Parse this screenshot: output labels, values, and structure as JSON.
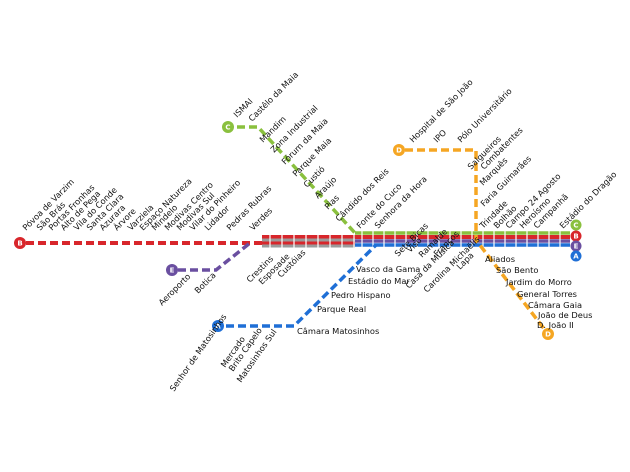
{
  "map": {
    "lines": {
      "A": {
        "color": "#1f6fd6"
      },
      "B": {
        "color": "#d8262b"
      },
      "C": {
        "color": "#8ac03e"
      },
      "D": {
        "color": "#f5a623"
      },
      "E": {
        "color": "#6a4fa0"
      },
      "trunk_grey": {
        "color": "#9a9a9a"
      }
    },
    "terminal_badges": {
      "B_west": "B",
      "E_west": "E",
      "C_north": "C",
      "D_north": "D",
      "A_west": "A",
      "D_south": "D",
      "C_east": "C",
      "B_east": "B",
      "E_east": "E",
      "A_east": "A"
    },
    "stations": {
      "poveira": "Póvoa de Varzim",
      "sao_bras": "São Brás",
      "portas_fronhas": "Portas Fronhas",
      "alto_pega": "Alto de Pega",
      "vila_conde": "Vila do Conde",
      "santa_clara": "Santa Clara",
      "azurara": "Azurara",
      "arvore": "Árvore",
      "varziela": "Varziela",
      "espaco_natureza": "Espaço Natureza",
      "mindelo": "Mindelo",
      "modivas_centro": "Modivas Centro",
      "modivas_sul": "Modivas Sul",
      "vilar_pinheiro": "Vilar do Pinheiro",
      "lidador": "Lidador",
      "pedras_rubras": "Pedras Rubras",
      "verdes": "Verdes",
      "crestins": "Crestins",
      "esposade": "Esposade",
      "custoias": "Custóias",
      "ismai": "ISMAI",
      "castelo_maia": "Castêlo da Maia",
      "mandim": "Mandim",
      "zona_industrial": "Zona Industrial",
      "forum_maia": "Fórum da Maia",
      "parque_maia": "Parque Maia",
      "custio": "Custió",
      "araujo": "Araújo",
      "pias": "Pias",
      "candido_reis": "Cândido dos Reis",
      "aeroporto": "Aeroporto",
      "botica": "Botica",
      "fonte_cuco": "Fonte do Cuco",
      "senhora_hora": "Senhora da Hora",
      "sete_bicas": "Sete Bicas",
      "viso": "Viso",
      "ramalde": "Ramalde",
      "francos": "Francos",
      "casa_musica": "Casa da Música",
      "carolina_michaelis": "Carolina Michaëlis",
      "lapa": "Lapa",
      "vasco_gama": "Vasco da Gama",
      "estadio_mar": "Estádio do Mar",
      "pedro_hispano": "Pedro Hispano",
      "parque_real": "Parque Real",
      "camara_matosinhos": "Câmara Matosinhos",
      "senhor_matosinhos": "Senhor de Matosinhos",
      "mercado": "Mercado",
      "brito_capelo": "Brito Capelo",
      "matosinhos_sul": "Matosinhos Sul",
      "hospital_sao_joao": "Hospital de São João",
      "ipo": "IPO",
      "polo_universitario": "Pólo Universitário",
      "salgueiros": "Salgueiros",
      "combatentes": "Combatentes",
      "marques": "Marquês",
      "faria_guimaraes": "Faria Guimarães",
      "trindade": "Trindade",
      "bolhao": "Bolhão",
      "campo_24_agosto": "Campo 24 Agosto",
      "heroismo": "Heroísmo",
      "campanha": "Campanhã",
      "estadio_dragao": "Estádio do Dragão",
      "aliados": "Aliados",
      "sao_bento": "São Bento",
      "jardim_morro": "Jardim do Morro",
      "general_torres": "General Torres",
      "camara_gaia": "Câmara Gaia",
      "joao_deus": "João de Deus",
      "d_joao_ii": "D. João II"
    }
  }
}
